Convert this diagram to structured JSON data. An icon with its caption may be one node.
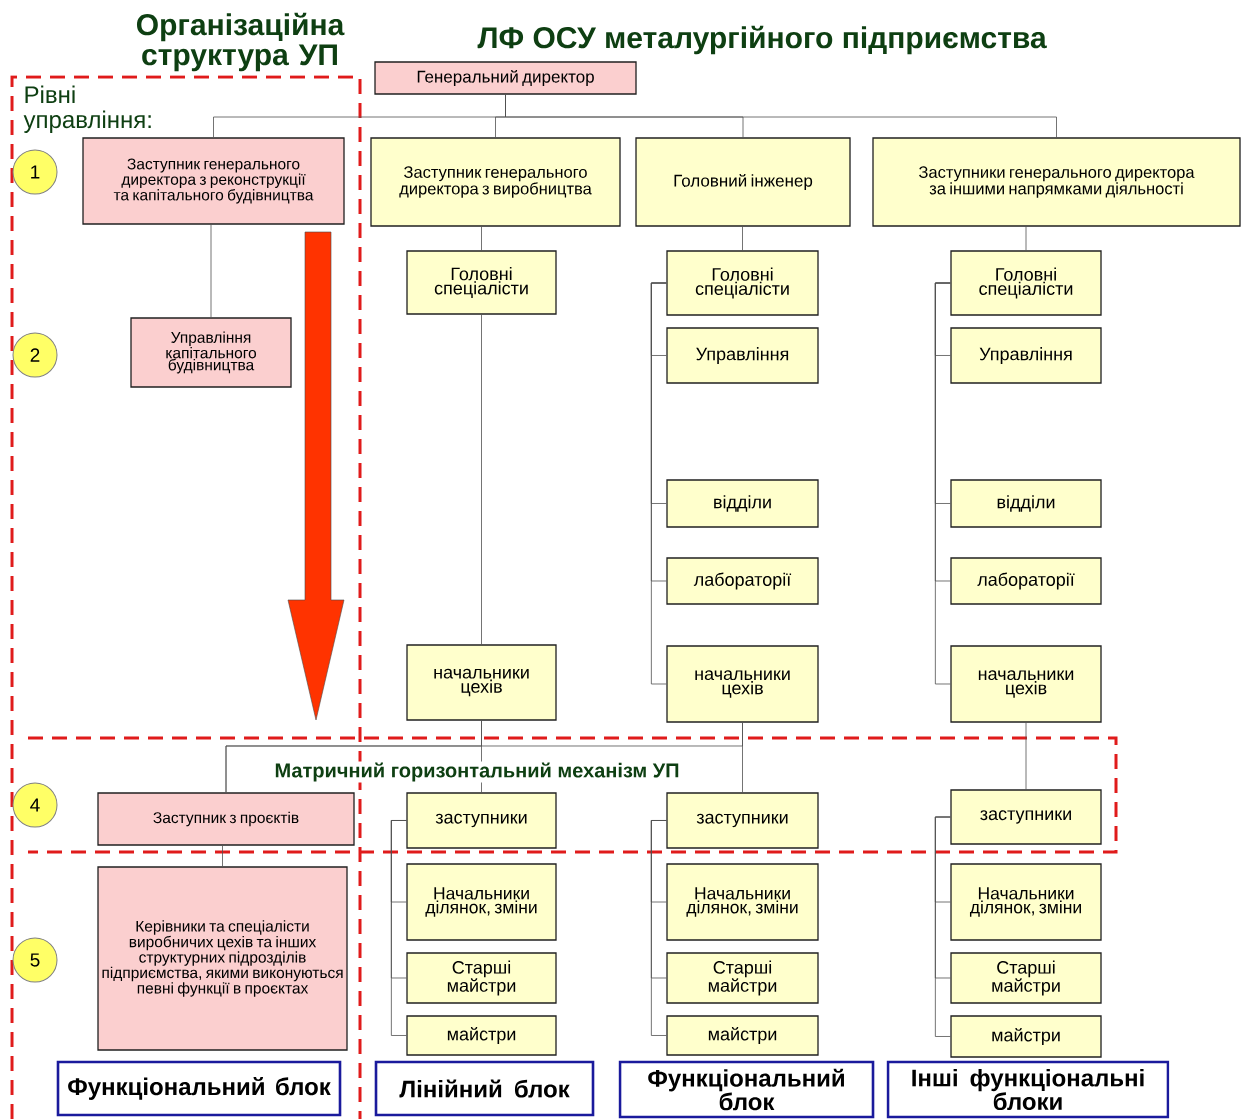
{
  "diagram": {
    "title": "ЛФ ОСУ металургійного підприємства",
    "nodes": [
      {
        "text": [
          "Генеральний директор"
        ]
      },
      {
        "text": [
          "Заступник генерального директора з реконструкції та капітального будівництва"
        ]
      },
      {
        "text": [
          "Заступник генерального директора з виробництва"
        ]
      },
      {
        "text": [
          "Головний інженер"
        ]
      },
      {
        "text": [
          "Заступники генерального директора за іншими напрямками діяльності"
        ]
      },
      {
        "text": [
          "Головні спеціалісти"
        ]
      },
      {
        "text": [
          "Головні спеціалісти"
        ]
      },
      {
        "text": [
          "Головні спеціалісти"
        ]
      },
      {
        "text": [
          "Управління капітального будівництва"
        ]
      },
      {
        "text": [
          "Управління"
        ]
      },
      {
        "text": [
          "Управління"
        ]
      },
      {
        "text": [
          "відділи"
        ]
      },
      {
        "text": [
          "відділи"
        ]
      },
      {
        "text": [
          "лабораторії"
        ]
      },
      {
        "text": [
          "лабораторії"
        ]
      },
      {
        "text": [
          "начальники цехів"
        ]
      },
      {
        "text": [
          "начальники цехів"
        ]
      },
      {
        "text": [
          "начальники цехів"
        ]
      },
      {
        "text": [
          "Заступник з проєктів"
        ]
      },
      {
        "text": [
          "заступники"
        ]
      },
      {
        "text": [
          "заступники"
        ]
      },
      {
        "text": [
          "заступники"
        ]
      },
      {
        "text": [
          "Керівники та спеціалісти виробничих цехів та інших структурних підрозділів підприємства, якими виконуються певні функції в проєктах"
        ]
      },
      {
        "text": [
          "Начальники ділянок, зміни"
        ]
      },
      {
        "text": [
          "Начальники ділянок, зміни"
        ]
      },
      {
        "text": [
          "Начальники ділянок, зміни"
        ]
      },
      {
        "text": [
          "Старші майстри"
        ]
      },
      {
        "text": [
          "Старші майстри"
        ]
      },
      {
        "text": [
          "Старші майстри"
        ]
      },
      {
        "text": [
          "майстри"
        ]
      },
      {
        "text": [
          "майстри"
        ]
      },
      {
        "text": [
          "майстри"
        ]
      },
      {
        "text": [
          "Функціональний блок"
        ]
      },
      {
        "text": [
          "Лінійний блок"
        ]
      },
      {
        "text": [
          "Функціональний блок"
        ]
      },
      {
        "text": [
          "Інші функціональні блоки"
        ]
      },
      {
        "text": [
          "1"
        ]
      },
      {
        "text": [
          "2"
        ]
      },
      {
        "text": [
          "4"
        ]
      },
      {
        "text": [
          "5"
        ]
      }
    ],
    "edges": [
      {
        "from": 0,
        "to": 1,
        "arrow": "none"
      },
      {
        "from": 0,
        "to": 2,
        "arrow": "none"
      },
      {
        "from": 0,
        "to": 3,
        "arrow": "none"
      },
      {
        "from": 0,
        "to": 4,
        "arrow": "none"
      },
      {
        "from": 1,
        "to": 8,
        "arrow": "none"
      },
      {
        "from": 2,
        "to": 5,
        "arrow": "none"
      },
      {
        "from": 3,
        "to": 6,
        "arrow": "none"
      },
      {
        "from": 4,
        "to": 7,
        "arrow": "none"
      },
      {
        "from": 5,
        "to": 15,
        "arrow": "none"
      },
      {
        "from": 6,
        "to": 9,
        "arrow": "none"
      },
      {
        "from": 6,
        "to": 11,
        "arrow": "none"
      },
      {
        "from": 6,
        "to": 13,
        "arrow": "none"
      },
      {
        "from": 6,
        "to": 16,
        "arrow": "none"
      },
      {
        "from": 7,
        "to": 10,
        "arrow": "none"
      },
      {
        "from": 7,
        "to": 12,
        "arrow": "none"
      },
      {
        "from": 7,
        "to": 14,
        "arrow": "none"
      },
      {
        "from": 7,
        "to": 17,
        "arrow": "none"
      },
      {
        "from": 15,
        "to": 19,
        "arrow": "none"
      },
      {
        "from": 16,
        "to": 20,
        "arrow": "none"
      },
      {
        "from": 17,
        "to": 21,
        "arrow": "none"
      },
      {
        "from": 15,
        "to": 18,
        "arrow": "none"
      },
      {
        "from": 16,
        "to": 18,
        "arrow": "none"
      },
      {
        "from": 18,
        "to": 22,
        "arrow": "none"
      },
      {
        "from": 19,
        "to": 23,
        "arrow": "none"
      },
      {
        "from": 19,
        "to": 26,
        "arrow": "none"
      },
      {
        "from": 19,
        "to": 29,
        "arrow": "none"
      },
      {
        "from": 20,
        "to": 24,
        "arrow": "none"
      },
      {
        "from": 20,
        "to": 27,
        "arrow": "none"
      },
      {
        "from": 20,
        "to": 30,
        "arrow": "none"
      },
      {
        "from": 21,
        "to": 25,
        "arrow": "none"
      },
      {
        "from": 21,
        "to": 28,
        "arrow": "none"
      },
      {
        "from": 21,
        "to": 31,
        "arrow": "none"
      }
    ],
    "labels": [
      "Організаційна структура УП",
      "Рівні управління:",
      "Матричний горизонтальний механізм УП"
    ]
  }
}
